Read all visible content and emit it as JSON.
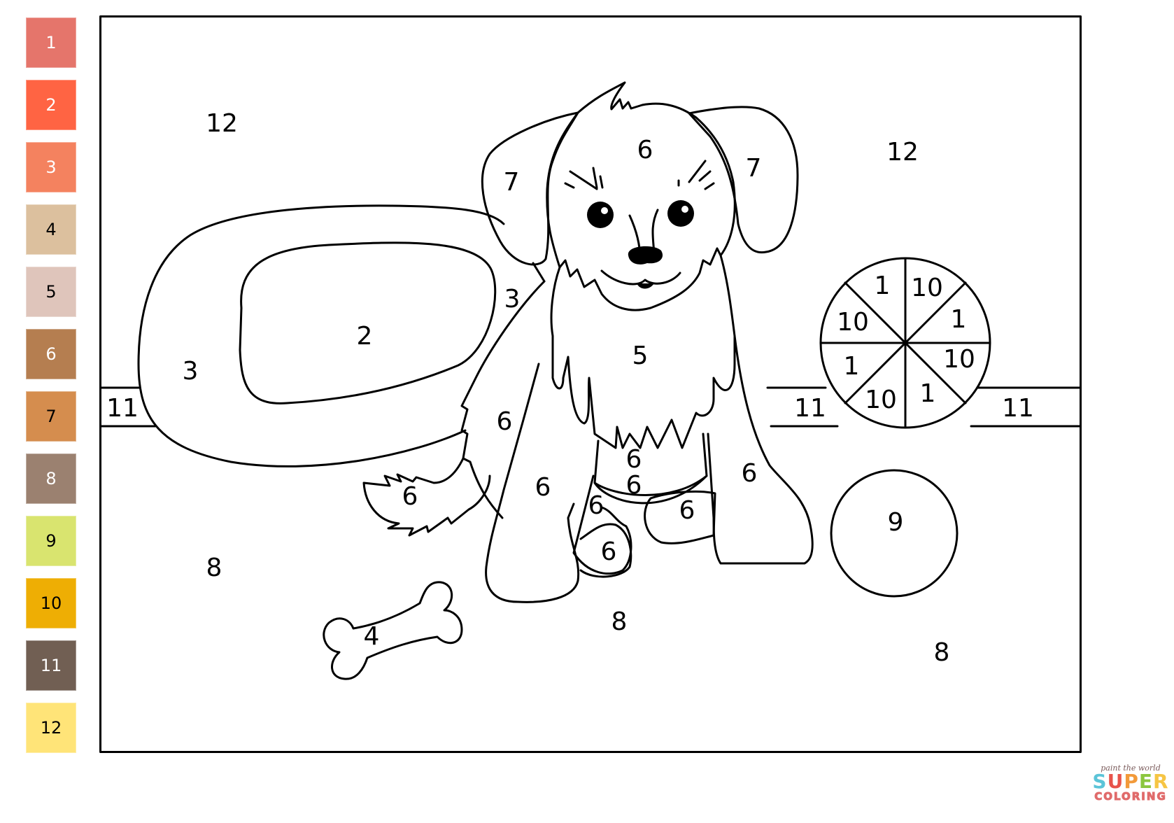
{
  "palette": [
    {
      "number": "1",
      "color": "#E5756B",
      "text_color": "#FFFFFF"
    },
    {
      "number": "2",
      "color": "#FF6443",
      "text_color": "#FFFFFF"
    },
    {
      "number": "3",
      "color": "#F4825F",
      "text_color": "#FFFFFF"
    },
    {
      "number": "4",
      "color": "#DCC09E",
      "text_color": "#000000"
    },
    {
      "number": "5",
      "color": "#DFC5BB",
      "text_color": "#000000"
    },
    {
      "number": "6",
      "color": "#B57E50",
      "text_color": "#FFFFFF"
    },
    {
      "number": "7",
      "color": "#D58D4E",
      "text_color": "#000000"
    },
    {
      "number": "8",
      "color": "#9B8170",
      "text_color": "#FFFFFF"
    },
    {
      "number": "9",
      "color": "#D9E46F",
      "text_color": "#000000"
    },
    {
      "number": "10",
      "color": "#EEAE04",
      "text_color": "#000000"
    },
    {
      "number": "11",
      "color": "#715F53",
      "text_color": "#FFFFFF"
    },
    {
      "number": "12",
      "color": "#FFE478",
      "text_color": "#000000"
    }
  ],
  "regions": {
    "sky_left": "12",
    "sky_right": "12",
    "wall_stripe_left": "11",
    "wall_stripe_mid": "11",
    "wall_stripe_right": "11",
    "bed_rim_left": "3",
    "bed_rim_right": "3",
    "bed_cushion": "2",
    "dog_head": "6",
    "ear_left": "7",
    "ear_right": "7",
    "chest": "5",
    "dog_back": "6",
    "tail": "6",
    "front_leg_left": "6",
    "belly_upper": "6",
    "belly_lower": "6",
    "back_leg_left": "6",
    "back_paw_left": "6",
    "back_paw_right": "6",
    "front_leg_right": "6",
    "bone": "4",
    "floor_left": "8",
    "floor_center": "8",
    "floor_right": "8",
    "ball_green": "9",
    "beach_ball_segments": [
      "1",
      "10",
      "1",
      "10",
      "1",
      "10",
      "1",
      "10"
    ]
  },
  "logo": {
    "tagline": "paint the world",
    "brand_top": "SUPER",
    "brand_bottom": "COLORING",
    "super_colors": [
      "#5BC4D8",
      "#E8534B",
      "#F29A3A",
      "#8CC63F",
      "#F6C544"
    ]
  }
}
